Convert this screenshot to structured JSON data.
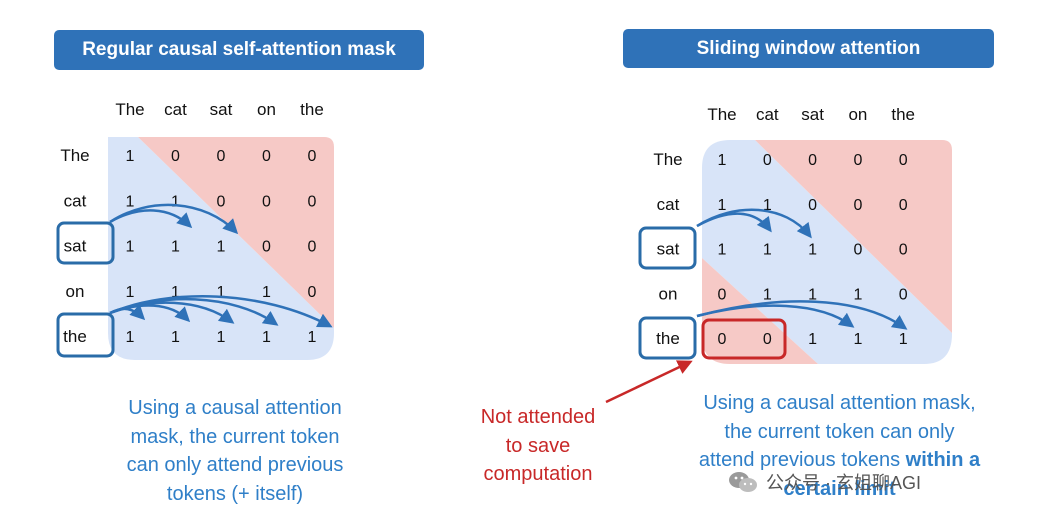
{
  "left_panel": {
    "title": "Regular causal self-attention mask",
    "col_labels": [
      "The",
      "cat",
      "sat",
      "on",
      "the"
    ],
    "row_labels": [
      "The",
      "cat",
      "sat",
      "on",
      "the"
    ],
    "matrix": [
      [
        "1",
        "0",
        "0",
        "0",
        "0"
      ],
      [
        "1",
        "1",
        "0",
        "0",
        "0"
      ],
      [
        "1",
        "1",
        "1",
        "0",
        "0"
      ],
      [
        "1",
        "1",
        "1",
        "1",
        "0"
      ],
      [
        "1",
        "1",
        "1",
        "1",
        "1"
      ]
    ],
    "highlighted_rows": [
      "sat",
      "the"
    ],
    "caption_lines": [
      "Using a causal attention",
      "mask, the current token",
      "can only attend previous",
      "tokens (+ itself)"
    ]
  },
  "right_panel": {
    "title": "Sliding window attention",
    "col_labels": [
      "The",
      "cat",
      "sat",
      "on",
      "the"
    ],
    "row_labels": [
      "The",
      "cat",
      "sat",
      "on",
      "the"
    ],
    "matrix": [
      [
        "1",
        "0",
        "0",
        "0",
        "0"
      ],
      [
        "1",
        "1",
        "0",
        "0",
        "0"
      ],
      [
        "1",
        "1",
        "1",
        "0",
        "0"
      ],
      [
        "0",
        "1",
        "1",
        "1",
        "0"
      ],
      [
        "0",
        "0",
        "1",
        "1",
        "1"
      ]
    ],
    "highlighted_rows": [
      "sat",
      "the"
    ],
    "caption_line1": "Using a causal attention mask,",
    "caption_line2": "the current token can only",
    "caption_line3_plain": "attend previous tokens ",
    "caption_line3_bold": "within a",
    "caption_line4_bold": "certain limit"
  },
  "note_lines": [
    "Not attended",
    "to save",
    "computation"
  ],
  "watermark": {
    "icon": "wechat-icon",
    "text": "公众号 · 玄姐聊AGI"
  },
  "colors": {
    "title_bg": "#2f72b8",
    "allowed_fill": "#d8e4f8",
    "masked_fill": "#f6c9c6",
    "highlight_box": "#2a6ca8",
    "arrow": "#2f72b8",
    "note": "#c82828",
    "caption": "#2f7fc8"
  }
}
